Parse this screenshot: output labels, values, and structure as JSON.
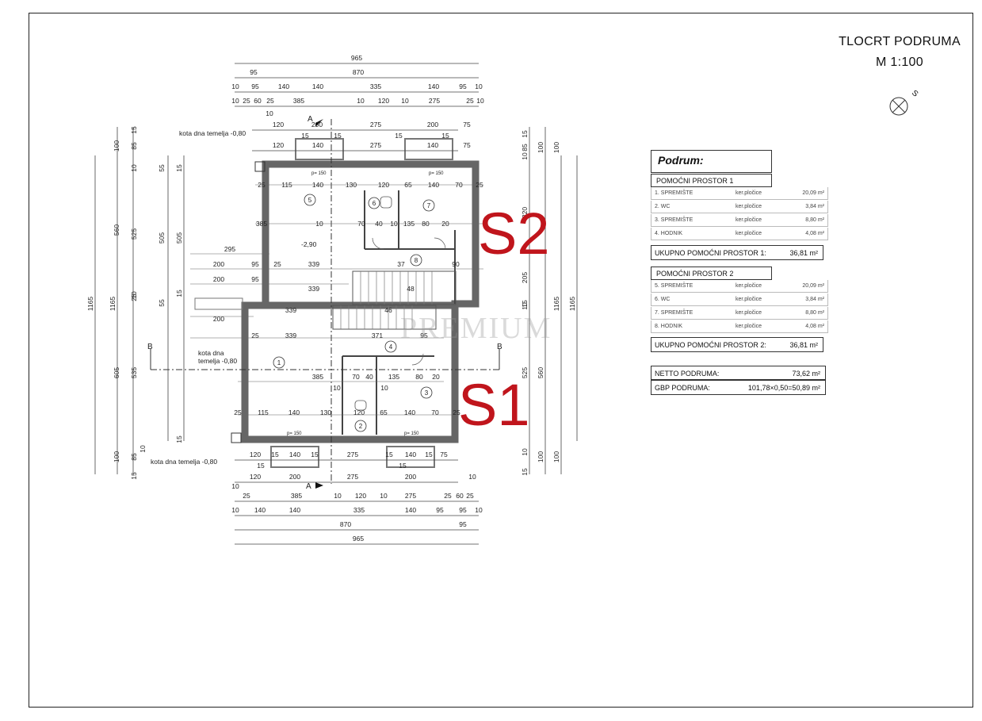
{
  "drawing": {
    "title": "TLOCRT PODRUMA",
    "scale": "M 1:100",
    "labels": {
      "s1": "S1",
      "s2": "S2",
      "watermark": "PREMIUM",
      "foundation_top": "kota dna temelja -0,80",
      "foundation_mid": "kota dna\ntemelja -0,80",
      "foundation_bottom": "kota dna temelja -0,80",
      "level": "-2,90",
      "section_a": "A",
      "section_b": "B",
      "window_1": "p= 150"
    },
    "dims_top": [
      "965",
      "95",
      "870",
      "10",
      "95",
      "140",
      "140",
      "335",
      "140",
      "95",
      "10",
      "10",
      "25",
      "60",
      "25",
      "385",
      "10",
      "120",
      "10",
      "275",
      "25",
      "10",
      "120",
      "200",
      "275",
      "200",
      "75",
      "120",
      "140",
      "275",
      "140",
      "75",
      "15",
      "15",
      "15",
      "15",
      "10"
    ],
    "dims_bottom": [
      "120",
      "15",
      "140",
      "15",
      "275",
      "15",
      "140",
      "15",
      "75",
      "15",
      "15",
      "10",
      "120",
      "200",
      "275",
      "200",
      "10",
      "25",
      "385",
      "10",
      "120",
      "10",
      "275",
      "25",
      "60",
      "25",
      "10",
      "140",
      "140",
      "335",
      "140",
      "95",
      "95",
      "10",
      "870",
      "95",
      "965"
    ],
    "dims_left": [
      "1165",
      "1165",
      "560",
      "605",
      "525",
      "535",
      "505",
      "505",
      "100",
      "85",
      "15",
      "55",
      "15",
      "25",
      "10",
      "55",
      "15",
      "100",
      "85",
      "15",
      "15",
      "10",
      "10"
    ],
    "dims_right": [
      "320",
      "205",
      "525",
      "560",
      "1165",
      "1165",
      "100",
      "100",
      "100",
      "100",
      "10",
      "15",
      "85",
      "10",
      "15",
      "10",
      "15"
    ],
    "dims_inner": [
      "25",
      "115",
      "140",
      "130",
      "120",
      "65",
      "140",
      "70",
      "25",
      "385",
      "10",
      "70",
      "40",
      "10",
      "135",
      "80",
      "20",
      "295",
      "200",
      "95",
      "25",
      "339",
      "37",
      "90",
      "339",
      "200",
      "95",
      "339",
      "46",
      "200",
      "339",
      "371",
      "95",
      "25",
      "70",
      "40",
      "135",
      "80",
      "20",
      "385",
      "10",
      "10",
      "25",
      "115",
      "140",
      "130",
      "120",
      "65",
      "140",
      "70",
      "25",
      "48"
    ],
    "room_numbers": [
      "1",
      "2",
      "3",
      "4",
      "5",
      "6",
      "7",
      "8"
    ]
  },
  "legend": {
    "heading": "Podrum:",
    "group1": {
      "title": "POMOĆNI PROSTOR 1",
      "rows": [
        {
          "name": "1. SPREMIŠTE",
          "finish": "ker.pločice",
          "area": "20,09 m²"
        },
        {
          "name": "2. WC",
          "finish": "ker.pločice",
          "area": "3,84 m²"
        },
        {
          "name": "3. SPREMIŠTE",
          "finish": "ker.pločice",
          "area": "8,80 m²"
        },
        {
          "name": "4. HODNIK",
          "finish": "ker.pločice",
          "area": "4,08 m²"
        }
      ],
      "total_label": "UKUPNO POMOĆNI PROSTOR 1:",
      "total_value": "36,81 m²"
    },
    "group2": {
      "title": "POMOĆNI PROSTOR 2",
      "rows": [
        {
          "name": "5. SPREMIŠTE",
          "finish": "ker.pločice",
          "area": "20,09 m²"
        },
        {
          "name": "6. WC",
          "finish": "ker.pločice",
          "area": "3,84 m²"
        },
        {
          "name": "7. SPREMIŠTE",
          "finish": "ker.pločice",
          "area": "8,80 m²"
        },
        {
          "name": "8. HODNIK",
          "finish": "ker.pločice",
          "area": "4,08 m²"
        }
      ],
      "total_label": "UKUPNO POMOĆNI PROSTOR 2:",
      "total_value": "36,81 m²"
    },
    "netto_label": "NETTO PODRUMA:",
    "netto_value": "73,62 m²",
    "gbp_label": "GBP PODRUMA:",
    "gbp_value": "101,78×0,50=50,89 m²"
  }
}
